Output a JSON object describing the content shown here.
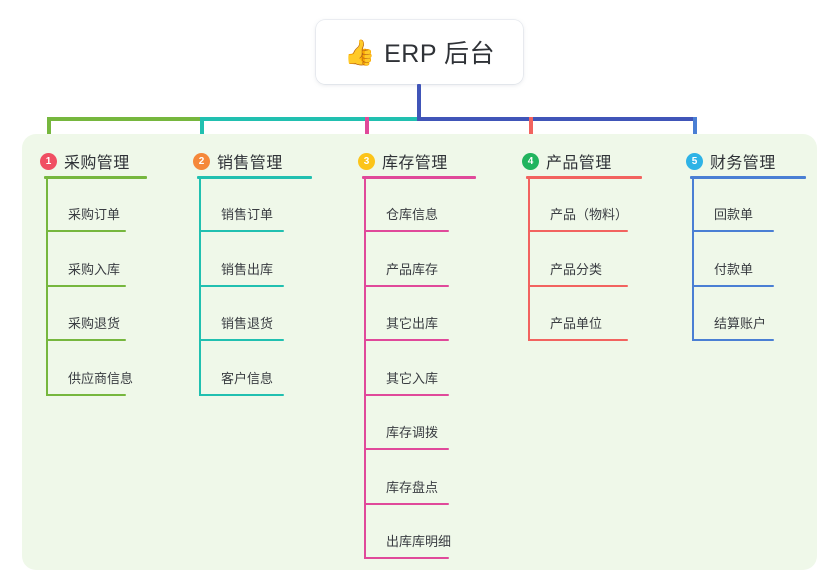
{
  "root": {
    "icon": "thumbs-up-emoji",
    "emoji": "👍",
    "title": "ERP 后台"
  },
  "theme": {
    "panel_bg": "#eff8e9",
    "page_bg": "#ffffff",
    "trunk_color": "#4055b8",
    "text_color": "#2f3237"
  },
  "columns": [
    {
      "number": "1",
      "title": "采购管理",
      "line_color": "#76b73e",
      "badge_color": "#f04f63",
      "items": [
        {
          "label": "采购订单"
        },
        {
          "label": "采购入库"
        },
        {
          "label": "采购退货"
        },
        {
          "label": "供应商信息"
        }
      ]
    },
    {
      "number": "2",
      "title": "销售管理",
      "line_color": "#21c0b0",
      "badge_color": "#f5883a",
      "items": [
        {
          "label": "销售订单"
        },
        {
          "label": "销售出库"
        },
        {
          "label": "销售退货"
        },
        {
          "label": "客户信息"
        }
      ]
    },
    {
      "number": "3",
      "title": "库存管理",
      "line_color": "#e0499a",
      "badge_color": "#fcc419",
      "items": [
        {
          "label": "仓库信息"
        },
        {
          "label": "产品库存"
        },
        {
          "label": "其它出库"
        },
        {
          "label": "其它入库"
        },
        {
          "label": "库存调拨"
        },
        {
          "label": "库存盘点"
        },
        {
          "label": "出库库明细"
        }
      ]
    },
    {
      "number": "4",
      "title": "产品管理",
      "line_color": "#f2635f",
      "badge_color": "#21b45e",
      "items": [
        {
          "label": "产品（物料）"
        },
        {
          "label": "产品分类"
        },
        {
          "label": "产品单位"
        }
      ]
    },
    {
      "number": "5",
      "title": "财务管理",
      "line_color": "#4a7fd4",
      "badge_color": "#2eb3e6",
      "items": [
        {
          "label": "回款单"
        },
        {
          "label": "付款单"
        },
        {
          "label": "结算账户"
        }
      ]
    }
  ]
}
